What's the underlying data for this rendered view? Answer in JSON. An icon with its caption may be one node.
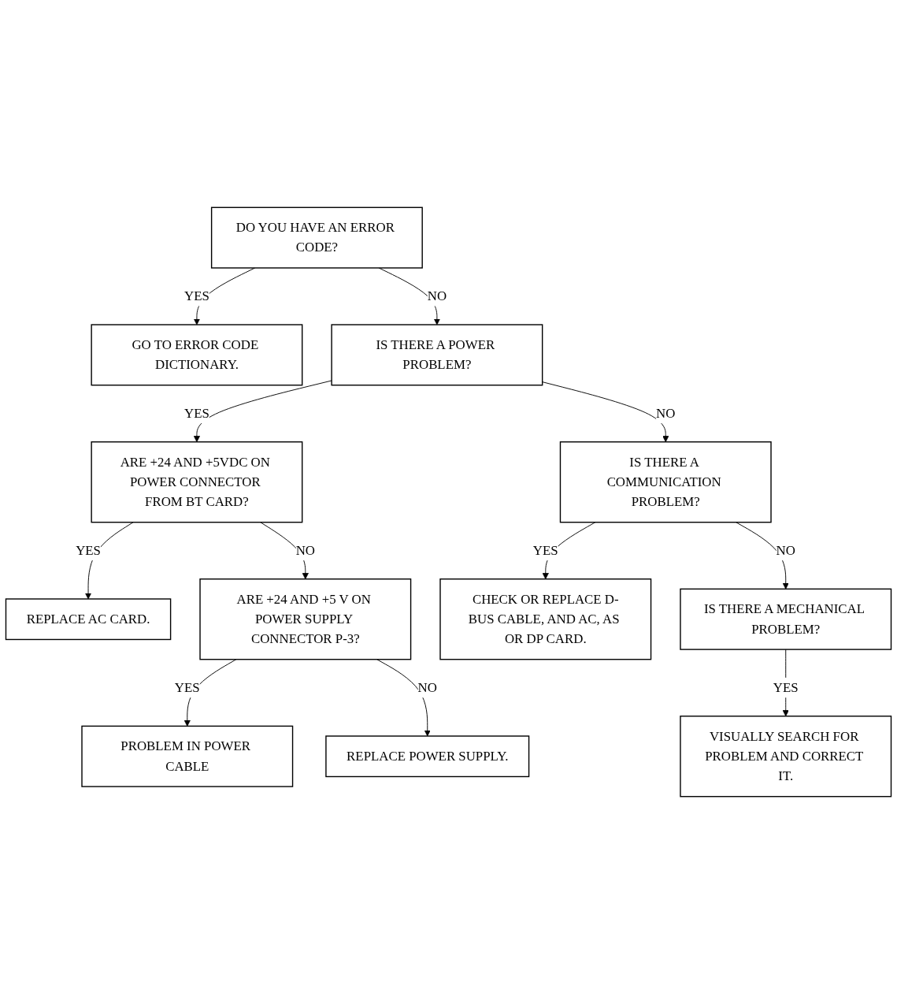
{
  "diagram": {
    "nodes": [
      {
        "text": [
          "DO YOU HAVE AN ERROR CODE?"
        ]
      },
      {
        "text": [
          "GO TO ERROR CODE DICTIONARY."
        ]
      },
      {
        "text": [
          "IS THERE A POWER PROBLEM?"
        ]
      },
      {
        "text": [
          "ARE +24 AND +5VDC ON POWER CONNECTOR FROM BT CARD?"
        ]
      },
      {
        "text": [
          "REPLACE AC CARD."
        ]
      },
      {
        "text": [
          "ARE +24 AND +5 V ON POWER SUPPLY CONNECTOR P-3?"
        ]
      },
      {
        "text": [
          "PROBLEM IN POWER CABLE"
        ]
      },
      {
        "text": [
          "REPLACE POWER SUPPLY."
        ]
      },
      {
        "text": [
          "IS THERE A COMMUNICATION PROBLEM?"
        ]
      },
      {
        "text": [
          "CHECK OR REPLACE D-BUS CABLE, AND AC, AS OR DP CARD."
        ]
      },
      {
        "text": [
          "IS THERE A MECHANICAL PROBLEM?"
        ]
      },
      {
        "text": [
          "VISUALLY SEARCH FOR PROBLEM AND CORRECT IT."
        ]
      }
    ],
    "edges": [
      {
        "from": 0,
        "to": 1,
        "arrow": "to",
        "label": "YES"
      },
      {
        "from": 0,
        "to": 2,
        "arrow": "to",
        "label": "NO"
      },
      {
        "from": 2,
        "to": 3,
        "arrow": "to",
        "label": "YES"
      },
      {
        "from": 3,
        "to": 4,
        "arrow": "to",
        "label": "YES"
      },
      {
        "from": 3,
        "to": 5,
        "arrow": "to",
        "label": "NO"
      },
      {
        "from": 5,
        "to": 6,
        "arrow": "to",
        "label": "YES"
      },
      {
        "from": 5,
        "to": 7,
        "arrow": "to",
        "label": "NO"
      },
      {
        "from": 2,
        "to": 8,
        "arrow": "to",
        "label": "NO"
      },
      {
        "from": 8,
        "to": 9,
        "arrow": "to",
        "label": "YES"
      },
      {
        "from": 8,
        "to": 10,
        "arrow": "to",
        "label": "NO"
      },
      {
        "from": 10,
        "to": 11,
        "arrow": "to",
        "label": "YES"
      }
    ]
  }
}
